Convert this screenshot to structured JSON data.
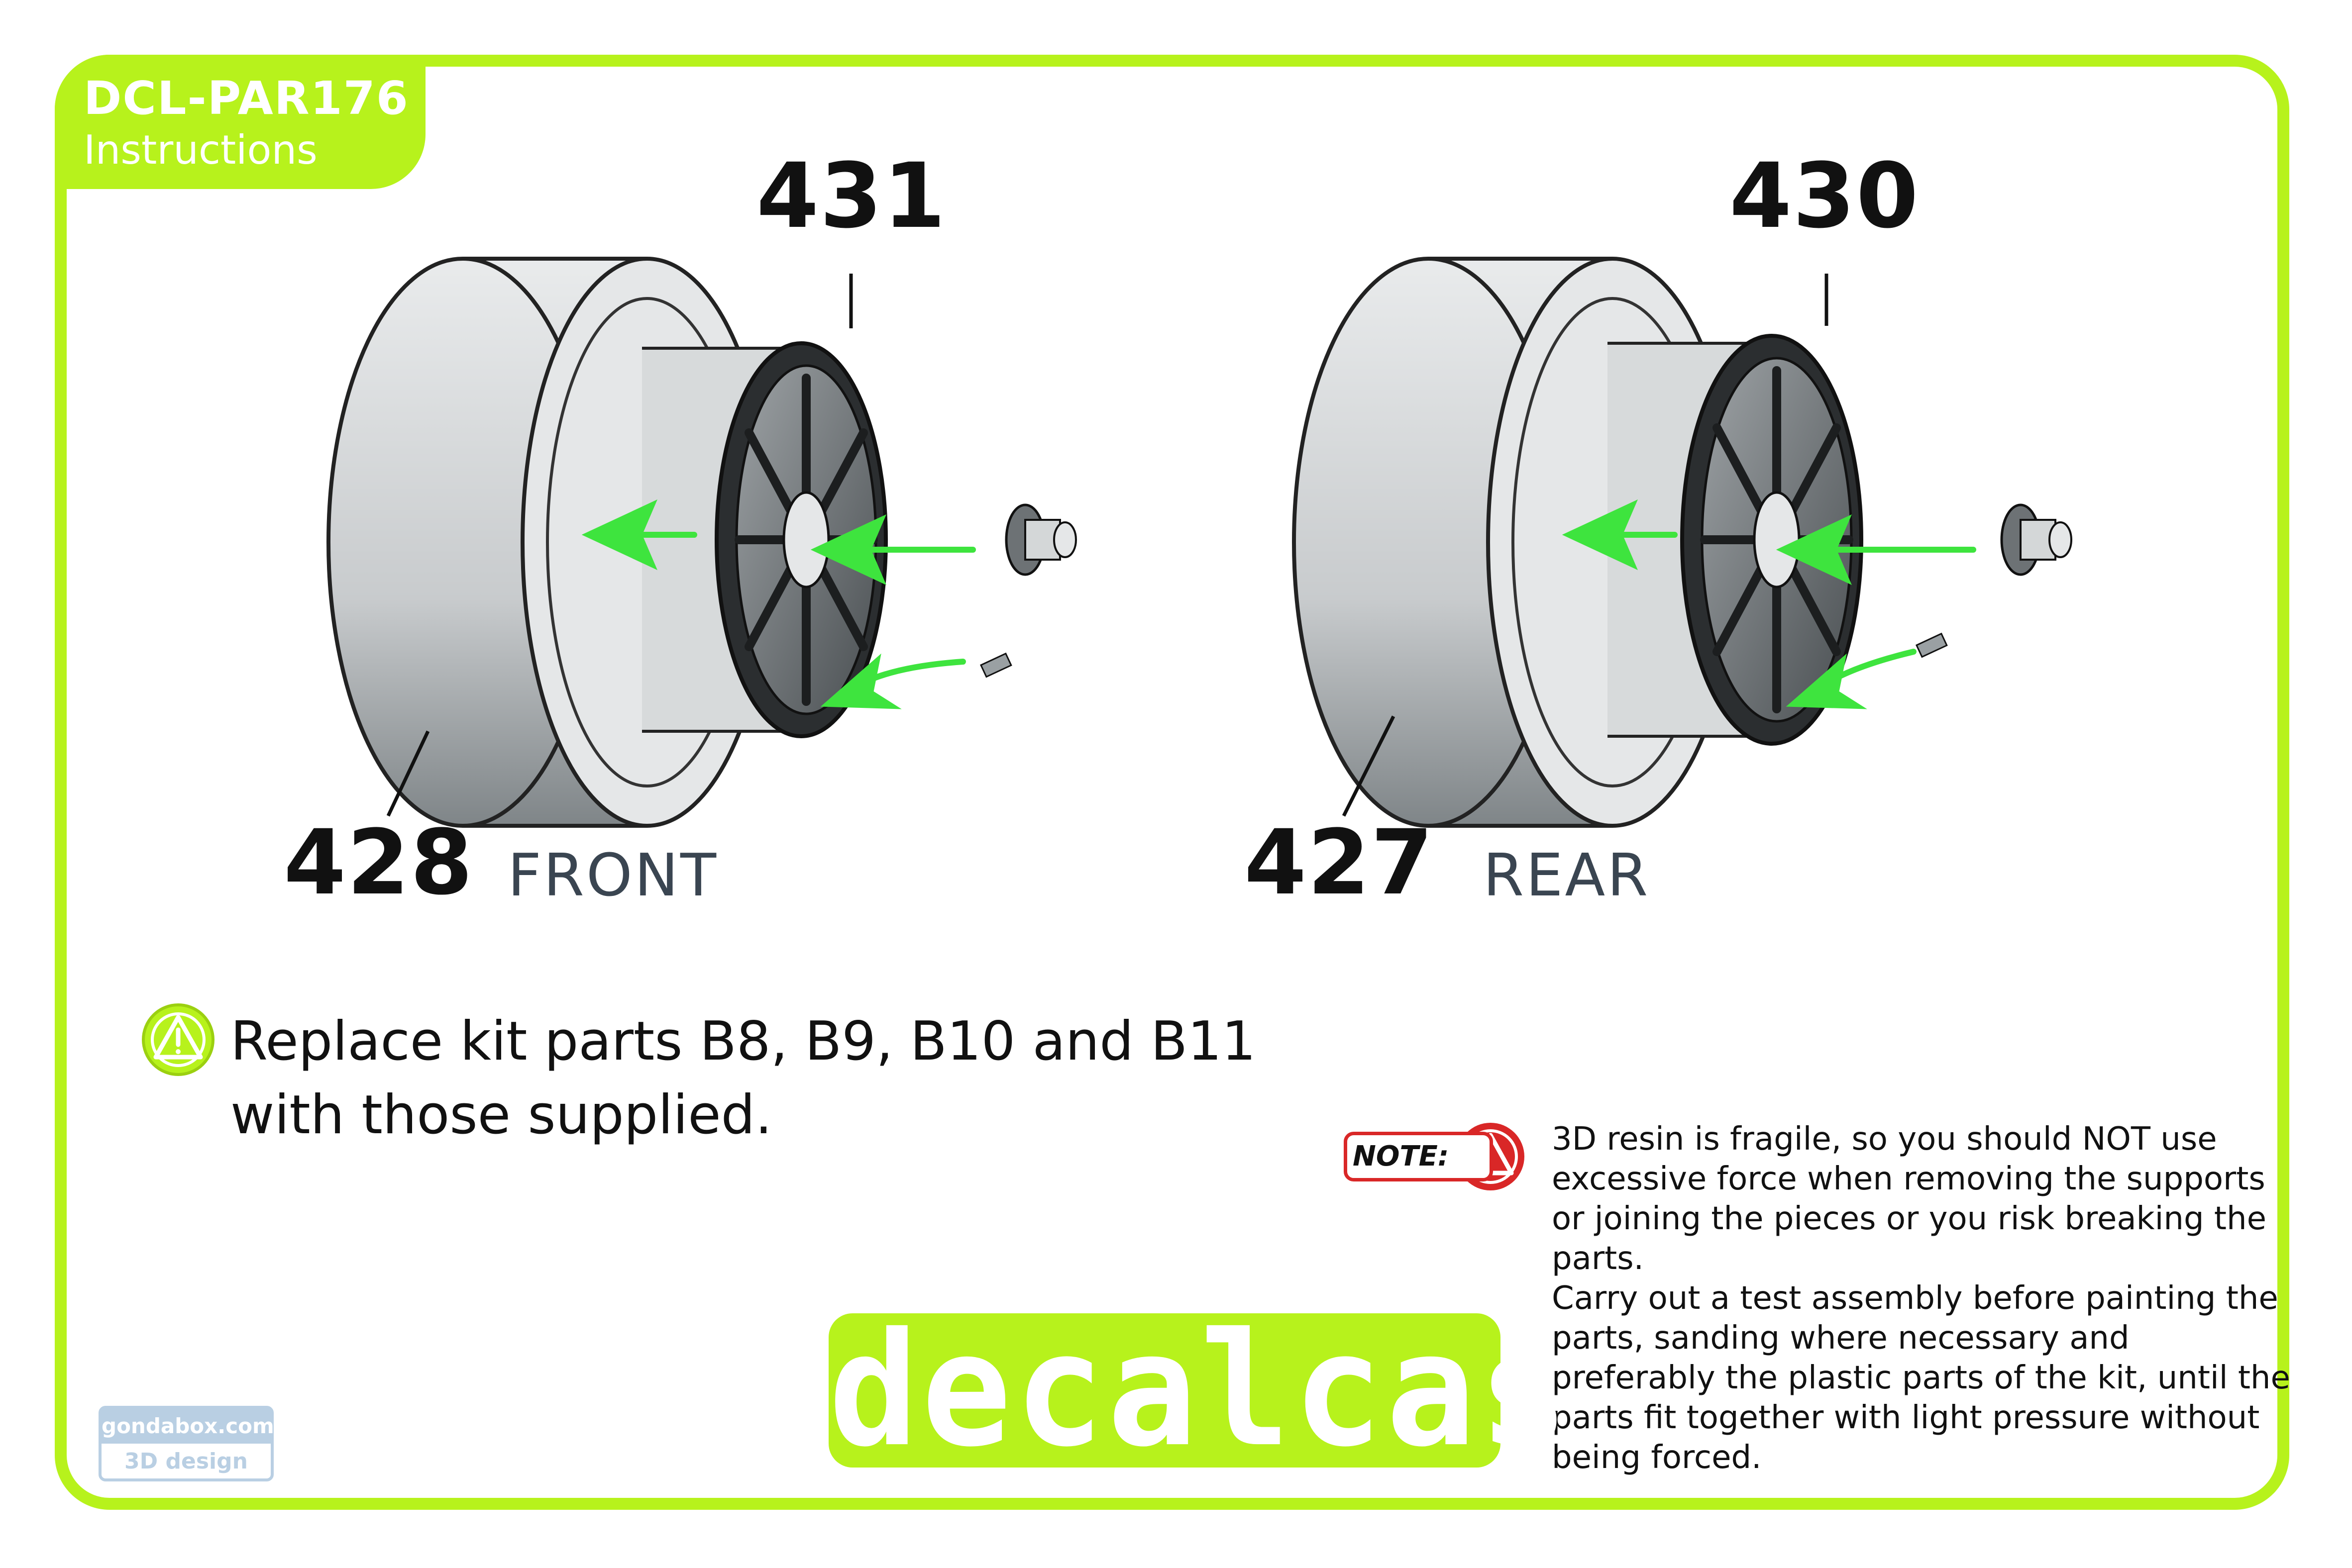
{
  "header": {
    "code": "DCL-PAR176",
    "subtitle": "Instructions"
  },
  "parts": {
    "front_rim": "431",
    "front_tire": "428",
    "front_label": "FRONT",
    "rear_rim": "430",
    "rear_tire": "427",
    "rear_label": "REAR"
  },
  "instruction": {
    "line1": "Replace kit parts B8, B9, B10 and B11",
    "line2": "with those supplied."
  },
  "note": {
    "badge": "NOTE:",
    "p1": "3D resin is fragile, so you should NOT use excessive force when removing the supports or joining the pieces or you risk breaking the parts.",
    "p2": "Carry out a test assembly before painting the parts, sanding where necessary and preferably the plastic parts of the kit, until the parts fit together with light pressure without being forced."
  },
  "logo": {
    "text": "decalcas"
  },
  "credit": {
    "site": "gondabox.com",
    "tag": "3D design"
  },
  "colors": {
    "accent": "#b7f21c",
    "arrow": "#3ee43e",
    "warning": "#d92727",
    "tire": "#c9cdcf"
  }
}
